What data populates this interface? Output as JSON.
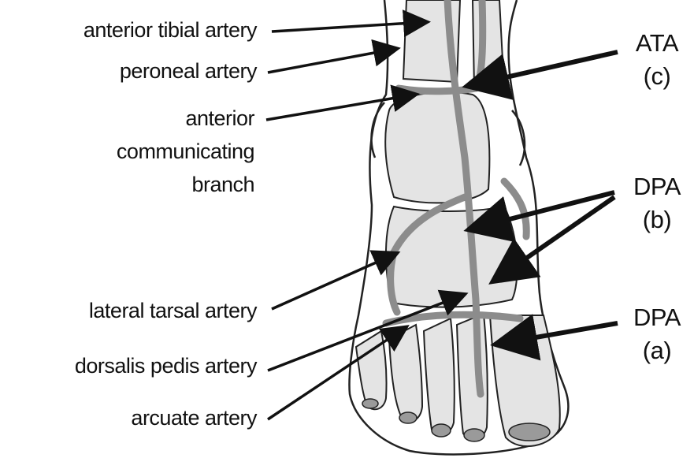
{
  "colors": {
    "background": "#ffffff",
    "ink": "#111111",
    "artery": "#8c8c8c",
    "bone_fill": "#e4e4e4",
    "nail": "#9a9a9a"
  },
  "labels_left": {
    "anterior_tibial_artery": "anterior tibial artery",
    "peroneal_artery": "peroneal artery",
    "anterior_communicating_branch_line1": "anterior",
    "anterior_communicating_branch_line2": "communicating",
    "anterior_communicating_branch_line3": "branch",
    "lateral_tarsal_artery": "lateral tarsal artery",
    "dorsalis_pedis_artery": "dorsalis pedis artery",
    "arcuate_artery": "arcuate artery"
  },
  "labels_right": {
    "ata_abbrev": "ATA",
    "ata_tag": "(c)",
    "dpa_b_abbrev": "DPA",
    "dpa_b_tag": "(b)",
    "dpa_a_abbrev": "DPA",
    "dpa_a_tag": "(a)"
  }
}
